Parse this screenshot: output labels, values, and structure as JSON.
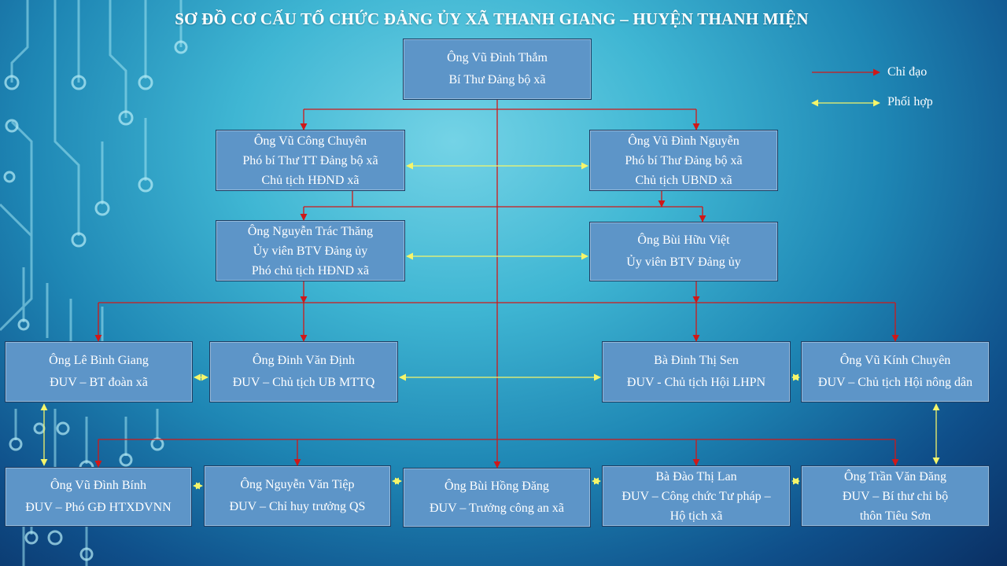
{
  "title": "SƠ ĐỒ CƠ CẤU TỔ CHỨC ĐẢNG ỦY XÃ THANH GIANG – HUYỆN THANH MIỆN",
  "legend": {
    "direct": "Chỉ đạo",
    "coordinate": "Phối hợp"
  },
  "colors": {
    "direct_arrow": "#d01818",
    "coordinate_arrow": "#f5f56a",
    "box_fill": "#5d95c8",
    "box_border": "#1d3d63"
  },
  "nodes": {
    "secretary": {
      "name": "Ông Vũ Đình Thắm",
      "role1": "Bí Thư Đảng bộ xã"
    },
    "vice_standing": {
      "name": "Ông Vũ Công Chuyên",
      "role1": "Phó bí Thư TT Đảng bộ xã",
      "role2": "Chủ tịch HĐND xã"
    },
    "vice_secretary": {
      "name": "Ông Vũ Đình Nguyễn",
      "role1": "Phó bí Thư Đảng bộ xã",
      "role2": "Chủ tịch UBND xã"
    },
    "standing_member_1": {
      "name": "Ông Nguyễn Trác Thăng",
      "role1": "Ủy viên BTV Đảng ủy",
      "role2": "Phó chủ tịch HĐND xã"
    },
    "standing_member_2": {
      "name": "Ông Bùi Hữu Việt",
      "role1": "Ủy viên BTV Đảng ủy"
    },
    "youth_union": {
      "name": "Ông Lê Bình Giang",
      "role1": "ĐUV – BT đoàn xã"
    },
    "fatherland_front": {
      "name": "Ông Đinh Văn Định",
      "role1": "ĐUV – Chủ tịch UB MTTQ"
    },
    "women_union": {
      "name": "Bà Đinh Thị Sen",
      "role1": "ĐUV -  Chủ tịch Hội LHPN"
    },
    "farmers_union": {
      "name": "Ông Vũ Kính Chuyên",
      "role1": "ĐUV – Chủ tịch Hội nông dân"
    },
    "cooperative": {
      "name": "Ông Vũ Đình Bính",
      "role1": "ĐUV – Phó GĐ HTXDVNN"
    },
    "military": {
      "name": "Ông Nguyễn Văn Tiệp",
      "role1": "ĐUV – Chỉ huy trưởng QS"
    },
    "police": {
      "name": "Ông Bùi Hồng Đăng",
      "role1": "ĐUV – Trưởng công an xã"
    },
    "justice": {
      "name": "Bà Đào Thị Lan",
      "role1": "ĐUV – Công chức Tư pháp –",
      "role2": "Hộ tịch xã"
    },
    "village_branch": {
      "name": "Ông Trần Văn Đăng",
      "role1": "ĐUV – Bí thư chi bộ",
      "role2": "thôn Tiêu Sơn"
    }
  }
}
